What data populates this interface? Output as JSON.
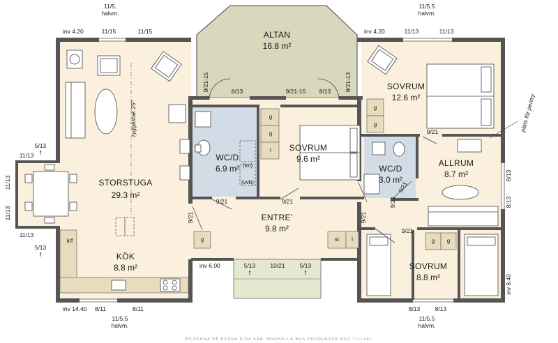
{
  "rooms": {
    "altan": {
      "name": "ALTAN",
      "area": "16.8 m²"
    },
    "sovrum1": {
      "name": "SOVRUM",
      "area": "12.6 m²"
    },
    "wc1": {
      "name": "WC/D",
      "area": "6.9 m²"
    },
    "sovrum2": {
      "name": "SOVRUM",
      "area": "9.6 m²"
    },
    "wc2": {
      "name": "WC/D",
      "area": "3.0 m²"
    },
    "allrum": {
      "name": "ALLRUM",
      "area": "8.7 m²"
    },
    "storstuga": {
      "name": "STORSTUGA",
      "area": "29.3 m²"
    },
    "entre": {
      "name": "ENTRE'",
      "area": "9.8 m²"
    },
    "kok": {
      "name": "KÖK",
      "area": "8.8 m²"
    },
    "sovrum3": {
      "name": "SOVRUM",
      "area": "8.8 m²"
    }
  },
  "dimensions": {
    "top_left_window": "11/5.",
    "top_left_window_type": "halvm.",
    "top_right_window": "11/5.5",
    "top_right_window_type": "halvm.",
    "inv_top_left": "inv 4.20",
    "inv_top_right": "inv 4.20",
    "top_d1": "11/15",
    "top_d2": "11/15",
    "top_d3": "11/13",
    "top_d4": "11/13",
    "left_5_13_a": "5/13",
    "left_f_a": "f",
    "left_11_13_a": "11/13",
    "left_11_13_b": "11/13",
    "left_11_13_c": "11/13",
    "left_11_13_d": "11/13",
    "left_5_13_b": "5/13",
    "left_f_b": "f",
    "altan_d_left": "9/21-15",
    "altan_d_right": "9/21-13",
    "door_8_13_a": "8/13",
    "door_9_21_15": "9/21-15",
    "door_8_13_b": "8/13",
    "door_9_21_a": "9/21",
    "door_9_21_b": "9/21",
    "door_9_21_c": "9/21",
    "door_9_21_d": "9/21",
    "door_9_21_e": "9/21",
    "door_9_21_f": "9/21",
    "door_9_21_g": "9/21",
    "door_9_21_h": "9/21",
    "right_8_13_a": "8/13",
    "right_8_13_b": "8/13",
    "inv_right": "inv 8.40",
    "inv_6_00": "inv 6.00",
    "entry_5_13_a": "5/13",
    "entry_f_a": "f",
    "entry_10_21": "10/21",
    "entry_5_13_b": "5/13",
    "entry_f_b": "f",
    "inv_bottom_left": "inv 14.40",
    "bottom_8_11_a": "8/11",
    "bottom_8_11_b": "8/11",
    "bottom_left_window": "11/5.5",
    "bottom_left_window_type": "halvm.",
    "bottom_8_13_a": "8/13",
    "bottom_8_13_b": "8/13",
    "bottom_right_window": "11/5.5",
    "bottom_right_window_type": "halvm."
  },
  "labels": {
    "ryggasstak": "ryggåstak 25°",
    "plats_for_pentry": "plats för pentry",
    "kf": "k/f",
    "g": "g",
    "l": "l",
    "st": "st",
    "tm": "(tm)",
    "vvb": "(vvb)"
  },
  "footer": "BILDERNA PÅ DENNA SIDA KAN INNEHÅLLA HUS PRODUKTER MED TILLVAL"
}
